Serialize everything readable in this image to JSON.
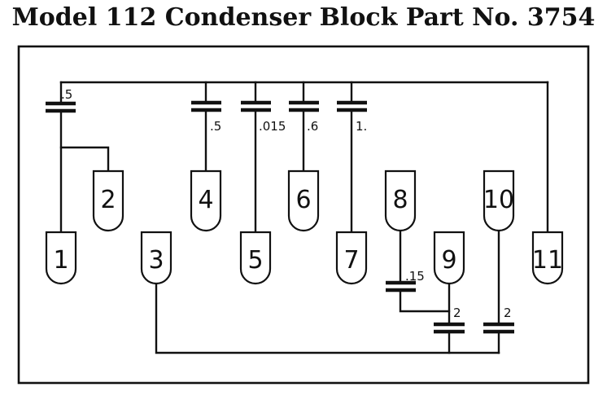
{
  "title": "Model 112 Condenser Block Part No. 3754",
  "terminals": [
    "1",
    "2",
    "3",
    "4",
    "5",
    "6",
    "7",
    "8",
    "9",
    "10",
    "11"
  ],
  "capacitor_values": [
    ".5",
    ".5",
    ".015",
    ".6",
    "1.",
    ".15",
    "2",
    "2"
  ],
  "colors": {
    "ink": "#111111",
    "paper": "#ffffff"
  }
}
